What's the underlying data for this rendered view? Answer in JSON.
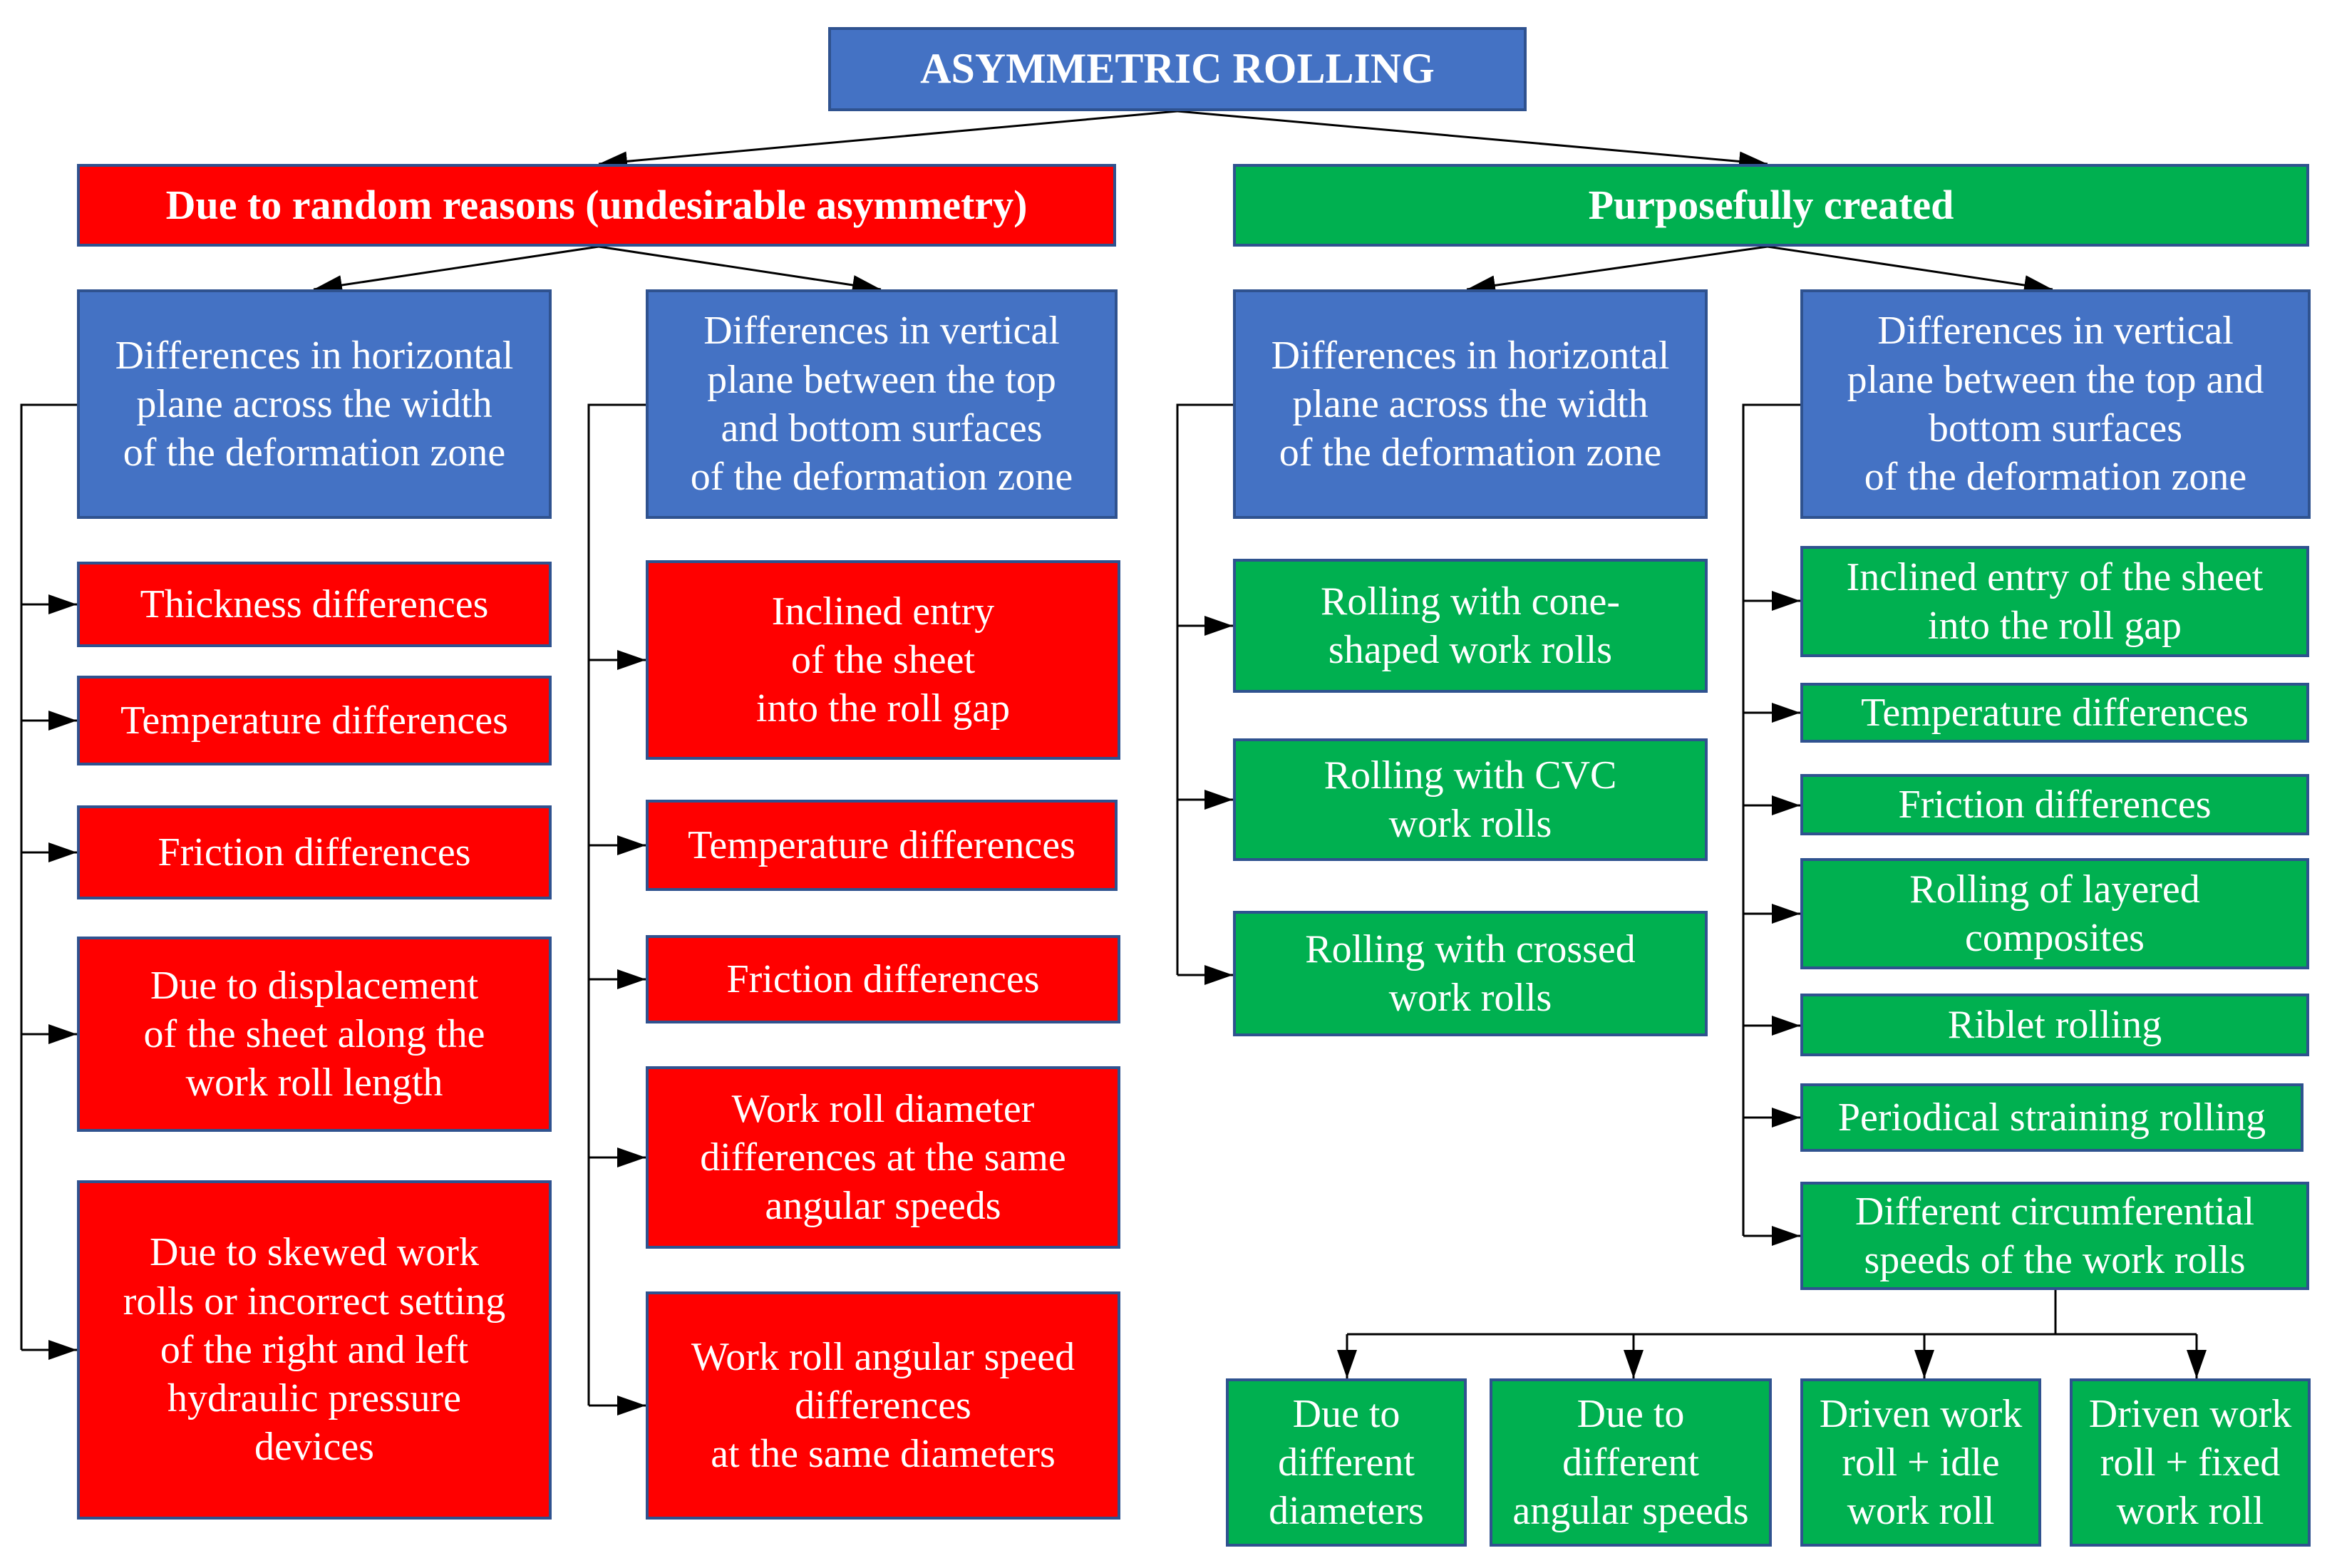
{
  "colors": {
    "root": "#4472C4",
    "undesirable": "#FF0000",
    "purposeful": "#00B050",
    "border": "#2F528F",
    "line": "#000000"
  },
  "root": "ASYMMETRIC ROLLING",
  "random": {
    "title": "Due to random reasons (undesirable asymmetry)",
    "horizontal": {
      "title": "Differences in horizontal\nplane across the width\nof the deformation zone",
      "items": [
        "Thickness differences",
        "Temperature differences",
        "Friction differences",
        "Due to displacement\nof the sheet along the\nwork roll length",
        "Due to skewed work\nrolls or incorrect setting\nof the right and left\nhydraulic pressure\ndevices"
      ]
    },
    "vertical": {
      "title": "Differences in vertical\nplane between the top\nand bottom surfaces\nof the deformation zone",
      "items": [
        "Inclined entry\nof the sheet\ninto the roll gap",
        "Temperature differences",
        "Friction differences",
        "Work roll diameter\ndifferences at the same\nangular speeds",
        "Work roll angular speed\ndifferences\nat the same diameters"
      ]
    }
  },
  "purposeful": {
    "title": "Purposefully created",
    "horizontal": {
      "title": "Differences in horizontal\nplane across the width\nof the deformation zone",
      "items": [
        "Rolling with cone-\nshaped work rolls",
        "Rolling with CVC\nwork rolls",
        "Rolling with crossed\nwork rolls"
      ]
    },
    "vertical": {
      "title": "Differences in vertical\nplane between the top and\nbottom surfaces\nof the deformation zone",
      "items": [
        "Inclined entry of the sheet\ninto the roll gap",
        "Temperature differences",
        "Friction differences",
        "Rolling of layered\ncomposites",
        "Riblet rolling",
        "Periodical straining rolling",
        "Different circumferential\nspeeds of the work rolls"
      ]
    },
    "speeds": [
      "Due to\ndifferent\ndiameters",
      "Due to\ndifferent\nangular speeds",
      "Driven work\nroll + idle\nwork roll",
      "Driven work\nroll + fixed\nwork roll"
    ]
  }
}
